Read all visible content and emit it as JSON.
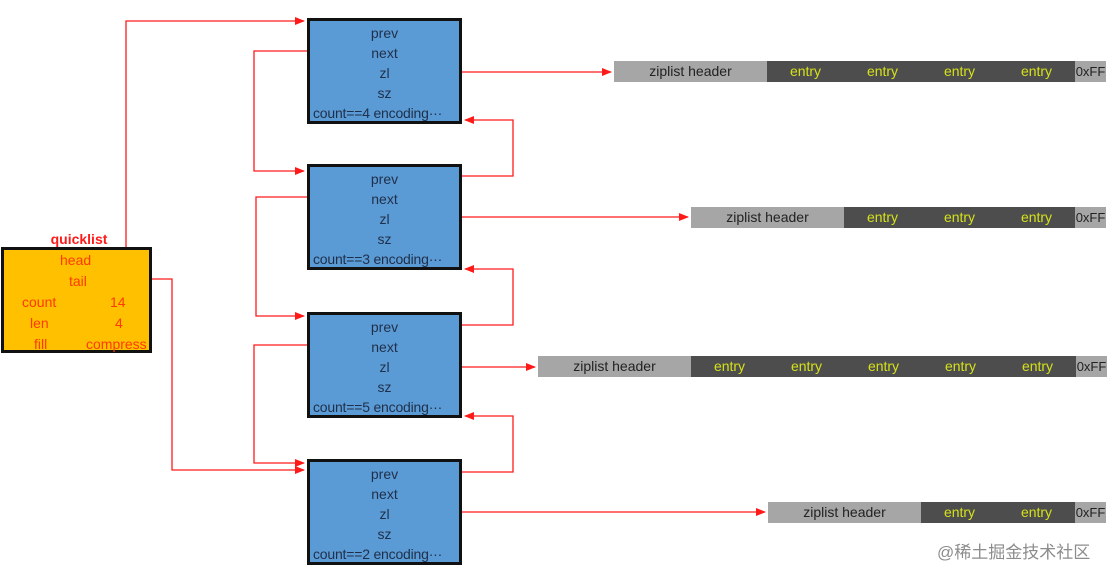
{
  "quicklist": {
    "title": "quicklist",
    "fields": {
      "head": "head",
      "tail": "tail",
      "count_label": "count",
      "count_value": "14",
      "len_label": "len",
      "len_value": "4",
      "fill_label": "fill",
      "compress_label": "compress"
    }
  },
  "nodes": [
    {
      "prev": "prev",
      "next": "next",
      "zl": "zl",
      "sz": "sz",
      "footer": "count==4 encoding···"
    },
    {
      "prev": "prev",
      "next": "next",
      "zl": "zl",
      "sz": "sz",
      "footer": "count==3 encoding···"
    },
    {
      "prev": "prev",
      "next": "next",
      "zl": "zl",
      "sz": "sz",
      "footer": "count==5 encoding···"
    },
    {
      "prev": "prev",
      "next": "next",
      "zl": "zl",
      "sz": "sz",
      "footer": "count==2 encoding···"
    }
  ],
  "ziplists": [
    {
      "header": "ziplist header",
      "entries": [
        "entry",
        "entry",
        "entry",
        "entry"
      ],
      "end": "0xFF"
    },
    {
      "header": "ziplist header",
      "entries": [
        "entry",
        "entry",
        "entry"
      ],
      "end": "0xFF"
    },
    {
      "header": "ziplist header",
      "entries": [
        "entry",
        "entry",
        "entry",
        "entry",
        "entry"
      ],
      "end": "0xFF"
    },
    {
      "header": "ziplist header",
      "entries": [
        "entry",
        "entry"
      ],
      "end": "0xFF"
    }
  ],
  "colors": {
    "quicklist_fill": "#ffc000",
    "node_fill": "#5b9bd5",
    "arrow": "#ff1a1a",
    "ziplist_header": "#a6a6a6",
    "ziplist_entry": "#4d4d4d",
    "entry_text": "#d4e11a"
  },
  "watermark": "@稀土掘金技术社区"
}
